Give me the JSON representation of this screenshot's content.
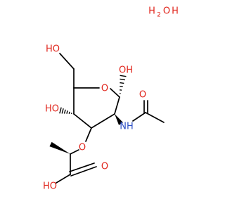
{
  "colors": {
    "bond": "#000000",
    "oxygen": "#e0241b",
    "nitrogen": "#2f52c8"
  },
  "water": {
    "h_left": "H",
    "o": "O",
    "h_right": "H",
    "subscript_2": "2"
  },
  "atoms": {
    "ch2oh": "HO",
    "ring_o": "O",
    "anomeric_oh": "OH",
    "c4_oh": "HO",
    "nh": "NH",
    "amide_o": "O",
    "ether_o": "O",
    "acid_oh": "HO",
    "acid_o": "O"
  }
}
